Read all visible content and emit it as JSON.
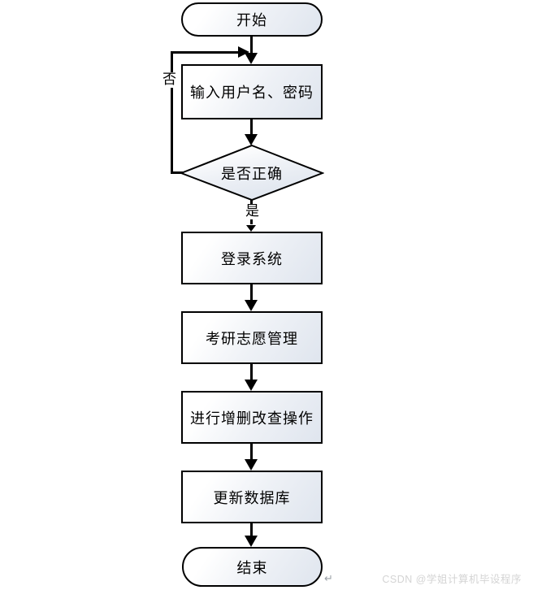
{
  "flowchart": {
    "title": "login-and-crud-flowchart",
    "nodes": [
      {
        "id": "start",
        "type": "terminator",
        "label": "开始"
      },
      {
        "id": "input",
        "type": "process",
        "label": "输入用户名、密码"
      },
      {
        "id": "decision",
        "type": "decision",
        "label": "是否正确"
      },
      {
        "id": "login",
        "type": "process",
        "label": "登录系统"
      },
      {
        "id": "manage",
        "type": "process",
        "label": "考研志愿管理"
      },
      {
        "id": "crud",
        "type": "process",
        "label": "进行增删改查操作"
      },
      {
        "id": "update",
        "type": "process",
        "label": "更新数据库"
      },
      {
        "id": "end",
        "type": "terminator",
        "label": "结束"
      }
    ],
    "edge_labels": {
      "no": "否",
      "yes": "是"
    },
    "colors": {
      "stroke": "#000000",
      "fill_top": "#ffffff",
      "fill_bottom": "#dfe5ee",
      "background": "#ffffff"
    }
  },
  "watermark": {
    "text": "CSDN @学姐计算机毕设程序",
    "color": "#d4d4d4"
  },
  "page_mark": {
    "return_symbol": "↵"
  }
}
